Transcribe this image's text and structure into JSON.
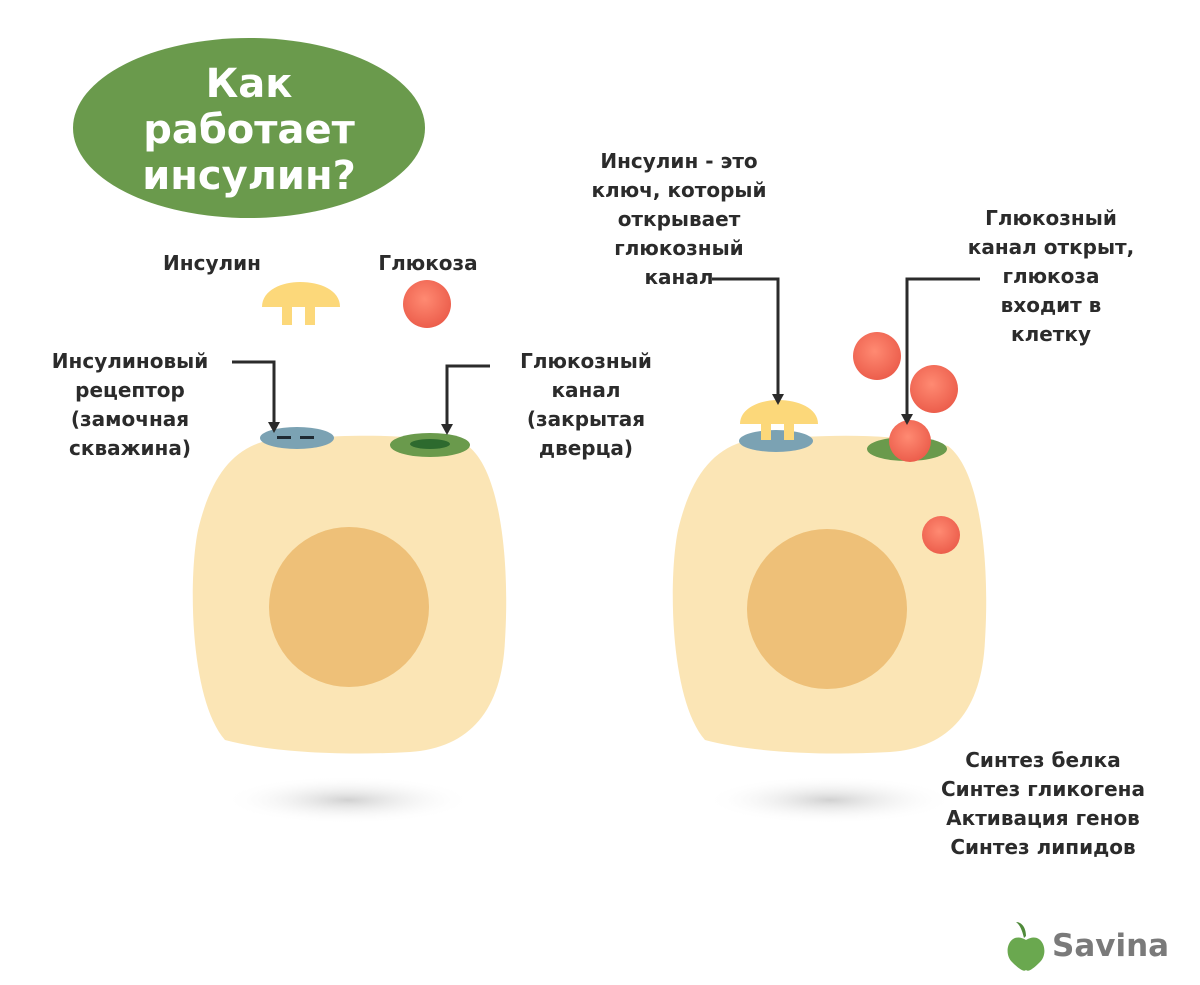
{
  "title": {
    "lines": [
      "Как",
      "работает",
      "инсулин?"
    ]
  },
  "legend": {
    "insulin": "Инсулин",
    "glucose": "Глюкоза"
  },
  "left_cell": {
    "receptor_label": [
      "Инсулиновый",
      "рецептор",
      "(замочная",
      "скважина)"
    ],
    "channel_label": [
      "Глюкозный",
      "канал",
      "(закрытая",
      "дверца)"
    ]
  },
  "right_cell": {
    "key_label": [
      "Инсулин - это",
      "ключ, который",
      "открывает",
      "глюкозный",
      "канал"
    ],
    "open_label": [
      "Глюкозный",
      "канал открыт,",
      "глюкоза",
      "входит в",
      "клетку"
    ],
    "effects": [
      "Синтез белка",
      "Синтез гликогена",
      "Активация генов",
      "Синтез липидов"
    ]
  },
  "brand": {
    "name": "Savina"
  },
  "colors": {
    "title_bg": "#6a9a4c",
    "cell": "#fbe5b5",
    "nucleus": "#eec078",
    "insulin": "#fcd87a",
    "glucose": "#f0705c",
    "receptor": "#7ba2b3",
    "channel_ring": "#6a9a4c",
    "channel_hole": "#2d6a2e",
    "arrow": "#2b2b2b",
    "brand_leaf": "#6aa84f",
    "brand_text": "#7a7a7a"
  }
}
